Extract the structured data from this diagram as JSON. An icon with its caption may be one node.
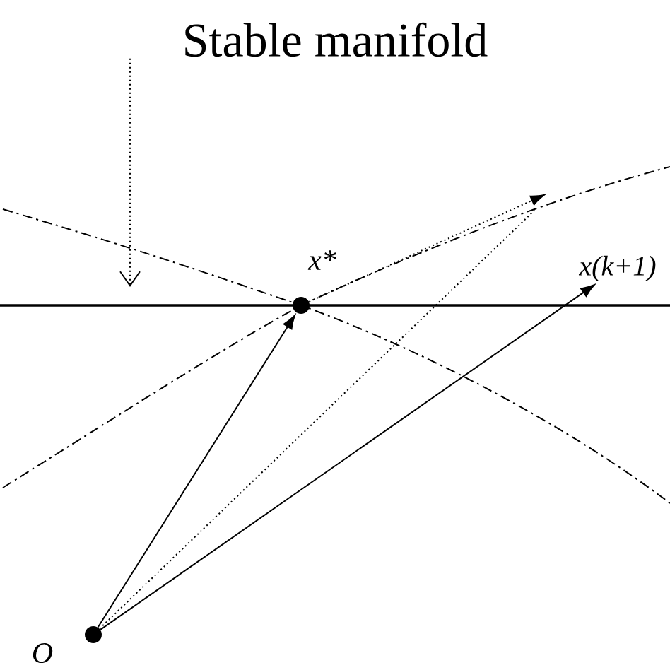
{
  "diagram": {
    "nodes": [
      {
        "text": [
          "Stable manifold"
        ]
      },
      {
        "text": [],
        "shape": "circle",
        "beside": [
          "x*"
        ]
      },
      {
        "text": [],
        "shape": "circle",
        "beside": [
          "O"
        ]
      },
      {
        "text": [
          "x(k+1)"
        ]
      }
    ],
    "edges": [
      {
        "from": 0,
        "to": null,
        "arrow": "to",
        "style": "dashed"
      },
      {
        "from": 2,
        "to": 1,
        "arrow": "to"
      },
      {
        "from": 2,
        "to": 3,
        "arrow": "to"
      },
      {
        "from": 2,
        "to": null,
        "arrow": "none",
        "style": "dashed"
      },
      {
        "from": 1,
        "to": null,
        "arrow": "to",
        "style": "dashed"
      }
    ]
  }
}
